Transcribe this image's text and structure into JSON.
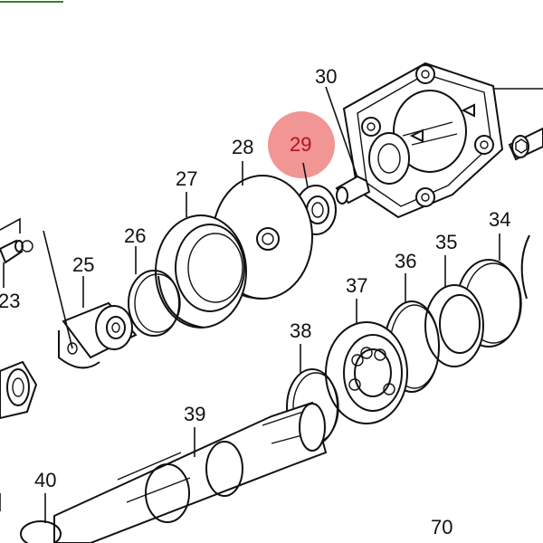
{
  "highlight": {
    "label": "29",
    "color": "#f08a8a"
  },
  "labels": {
    "p23": "23",
    "p25": "25",
    "p26": "26",
    "p27": "27",
    "p28": "28",
    "p29": "29",
    "p30": "30",
    "p34": "34",
    "p35": "35",
    "p36": "36",
    "p37": "37",
    "p38": "38",
    "p39": "39",
    "p40": "40",
    "p70": "70"
  },
  "colors": {
    "line": "#111111",
    "highlight_text": "#b5121b",
    "highlight_circle": "#f08a8a"
  }
}
